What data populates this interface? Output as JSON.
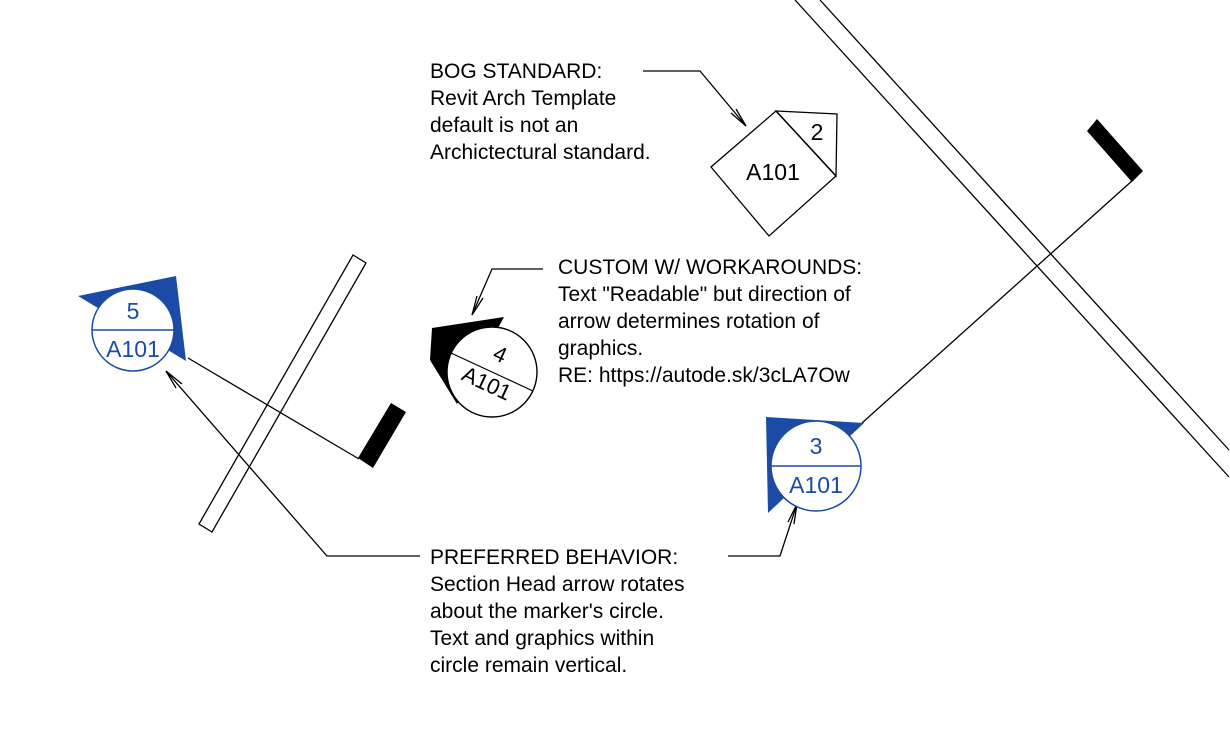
{
  "colors": {
    "marker_blue": "#1b4ba4",
    "ink": "#000000",
    "background": "#ffffff"
  },
  "annotations": {
    "bog_standard": {
      "lines": [
        "BOG STANDARD:",
        "Revit Arch Template",
        "default is not an",
        "Archictectural standard."
      ]
    },
    "custom_workarounds": {
      "lines": [
        "CUSTOM W/ WORKAROUNDS:",
        "Text \"Readable\" but direction of",
        "arrow determines rotation of",
        "graphics.",
        "RE: https://autode.sk/3cLA7Ow"
      ]
    },
    "preferred_behavior": {
      "lines": [
        "PREFERRED BEHAVIOR:",
        "Section Head arrow rotates",
        "about the marker's circle.",
        "Text and graphics within",
        "circle remain vertical."
      ]
    }
  },
  "markers": {
    "bog_diamond": {
      "detail": "2",
      "sheet": "A101"
    },
    "custom_rotated": {
      "detail": "4",
      "sheet": "A101"
    },
    "preferred_left": {
      "detail": "5",
      "sheet": "A101"
    },
    "preferred_right": {
      "detail": "3",
      "sheet": "A101"
    }
  }
}
